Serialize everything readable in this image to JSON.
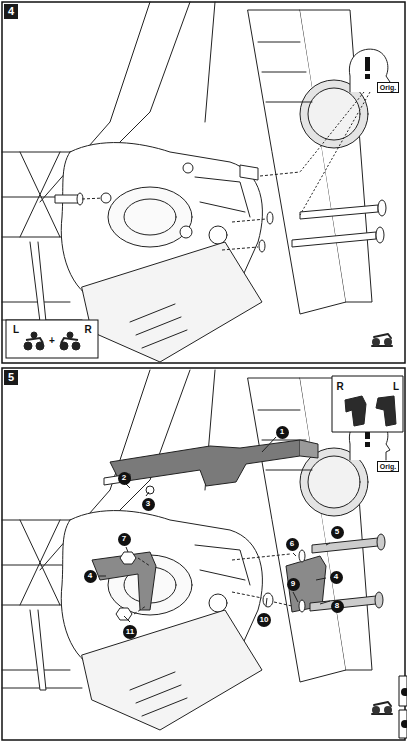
{
  "diagram": {
    "labels": [
      "4",
      "Orig.",
      "L",
      "+",
      "R",
      "5",
      "R",
      "L",
      "Orig.",
      "1",
      "2",
      "3",
      "4",
      "5",
      "6",
      "7",
      "8",
      "9",
      "10",
      "11",
      "4"
    ]
  }
}
